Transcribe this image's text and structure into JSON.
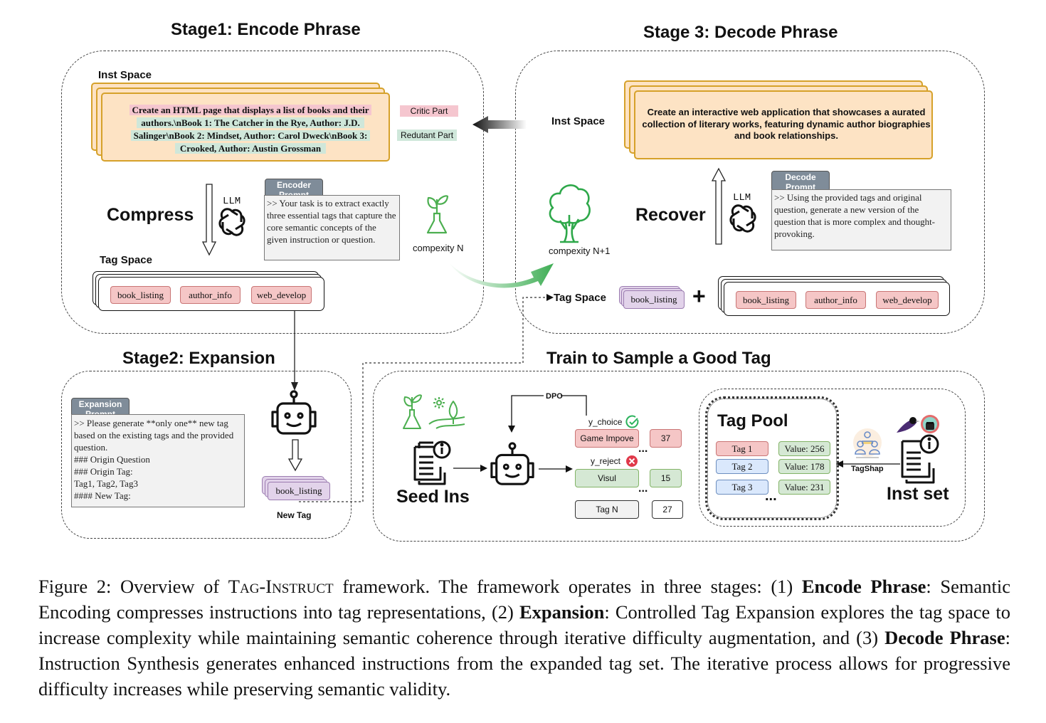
{
  "figure": {
    "stage1": {
      "title": "Stage1: Encode Phrase",
      "inst_space_label": "Inst Space",
      "instruction_lines": [
        "Create an HTML page that displays a list of books and their",
        "authors.\\nBook 1: The Catcher in the Rye, Author: J.D.",
        "Salinger\\nBook 2: Mindset, Author: Carol Dweck\\nBook 3:",
        "Crooked, Author: Austin Grossman"
      ],
      "legend": {
        "critic": "Critic Part",
        "redundant": "Redutant Part",
        "critic_color": "#f5c6cf",
        "redundant_color": "#cfe7da"
      },
      "compress_label": "Compress",
      "llm_label": "LLM",
      "prompt": {
        "header": "Encoder Prompt",
        "text": ">> Your task is to extract exactly three essential tags that capture the core semantic concepts of the given instruction or question."
      },
      "complexity_label": "compexity N",
      "tag_space_label": "Tag Space",
      "tags": [
        "book_listing",
        "author_info",
        "web_develop"
      ]
    },
    "stage2": {
      "title": "Stage2: Expansion",
      "prompt": {
        "header": "Expansion Prompt",
        "lines": [
          ">> Please generate **only one** new tag based on the existing tags and the provided question.",
          "### Origin Question",
          "### Origin Tag:",
          "Tag1, Tag2, Tag3",
          "#### New Tag:"
        ]
      },
      "new_tag": "book_listing",
      "new_tag_label": "New Tag"
    },
    "stage3": {
      "title": "Stage 3: Decode Phrase",
      "inst_space_label": "Inst Space",
      "instruction": "Create an interactive web application that showcases a aurated collection of literary works, featuring dynamic author biographies and book relationships.",
      "complexity_label": "compexity N+1",
      "recover_label": "Recover",
      "llm_label": "LLM",
      "prompt": {
        "header": "Decode Prompt",
        "text": ">> Using the provided tags and original question, generate a new version of the question that is more complex and thought-provoking."
      },
      "tag_space_label": "Tag Space",
      "new_tag": "book_listing",
      "plus": "+",
      "tags": [
        "book_listing",
        "author_info",
        "web_develop"
      ]
    },
    "train": {
      "title": "Train to Sample a Good Tag",
      "seed_label": "Seed Ins",
      "dpo_label": "DPO",
      "y_choice_label": "y_choice",
      "y_reject_label": "y_reject",
      "candidates": [
        {
          "tag": "Game Impove",
          "score": "37",
          "kind": "chosen"
        },
        {
          "tag": "Visul",
          "score": "15",
          "kind": "rejected"
        },
        {
          "tag": "Tag N",
          "score": "27",
          "kind": "other"
        }
      ],
      "ellipsis": "...",
      "tag_pool": {
        "title": "Tag Pool",
        "rows": [
          {
            "tag": "Tag 1",
            "value": "Value:  256"
          },
          {
            "tag": "Tag 2",
            "value": "Value:  178"
          },
          {
            "tag": "Tag 3",
            "value": "Value:  231"
          }
        ],
        "ellipsis": "..."
      },
      "tagshap_label": "TagShap",
      "inst_set_label": "Inst set"
    },
    "caption": {
      "prefix": "Figure 2: Overview of ",
      "name": "Tag-Instruct",
      "p1": " framework. The framework operates in three stages: (1) ",
      "b1": "Encode Phrase",
      "p2": ": Semantic Encoding compresses instructions into tag representations, (2) ",
      "b2": "Expansion",
      "p3": ": Controlled Tag Expansion explores the tag space to increase complexity while maintaining semantic coherence through iterative difficulty augmentation, and (3) ",
      "b3": "Decode Phrase",
      "p4": ": Instruction Synthesis generates enhanced instructions from the expanded tag set. The iterative process allows for progressive difficulty increases while preserving semantic validity."
    },
    "colors": {
      "inst_fill": "#fde3c4",
      "inst_border": "#d6a12a",
      "tag_red": "#f5c6c6",
      "tag_green": "#d5e8d4",
      "tag_blue": "#dae8fc",
      "tag_purple": "#e2d3ea",
      "prompt_header": "#7f8c99",
      "icon_green": "#4caf50"
    }
  }
}
